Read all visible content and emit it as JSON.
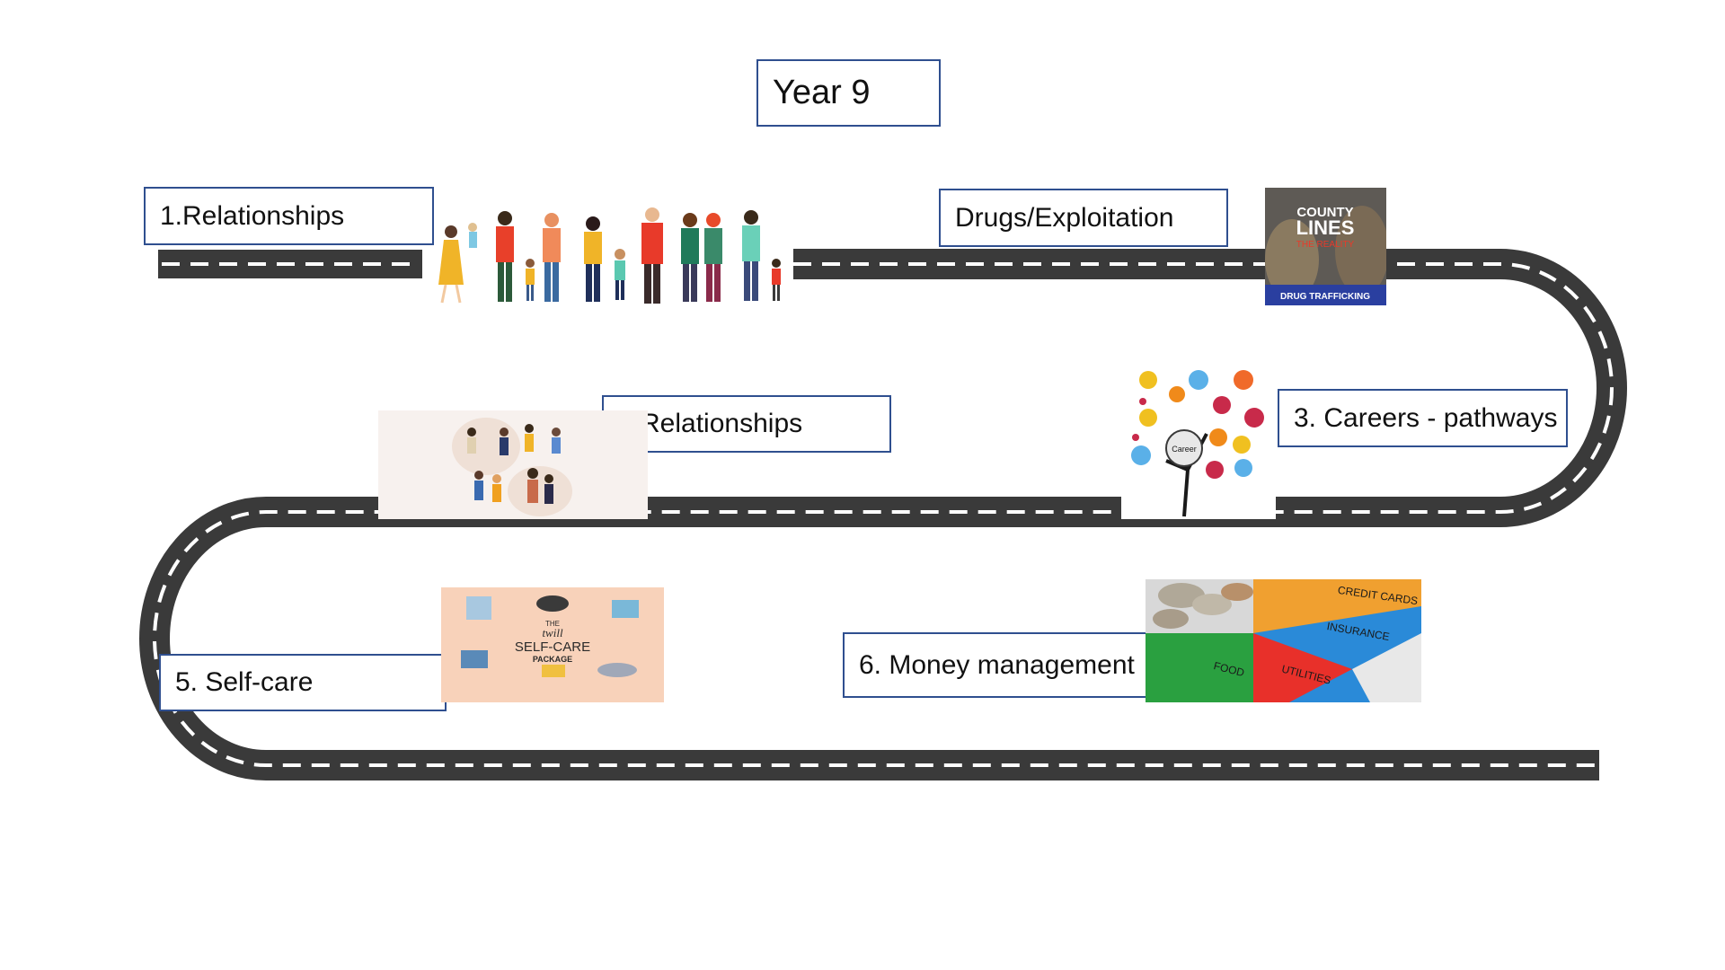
{
  "title": "Year 9",
  "topics": [
    {
      "label": "1.Relationships"
    },
    {
      "label": "Drugs/Exploitation"
    },
    {
      "label": "3. Careers - pathways"
    },
    {
      "label": "4.Relationships"
    },
    {
      "label": "5. Self-care"
    },
    {
      "label": "6. Money management"
    }
  ],
  "images": {
    "county_lines": {
      "line1": "COUNTY",
      "line2": "LINES",
      "line3": "THE REALITY",
      "footer": "DRUG TRAFFICKING"
    },
    "careers_tree": {
      "center": "Career"
    },
    "selfcare": {
      "line1": "THE",
      "line2": "twill",
      "line3": "SELF-CARE",
      "line4": "PACKAGE"
    },
    "money": {
      "slice1": "CREDIT CARDS",
      "slice2": "INSURANCE",
      "slice3": "UTILITIES",
      "slice4": "FOOD"
    }
  },
  "colors": {
    "road": "#3a3a3a",
    "dash": "#ffffff",
    "box_border": "#2f4f8f"
  }
}
